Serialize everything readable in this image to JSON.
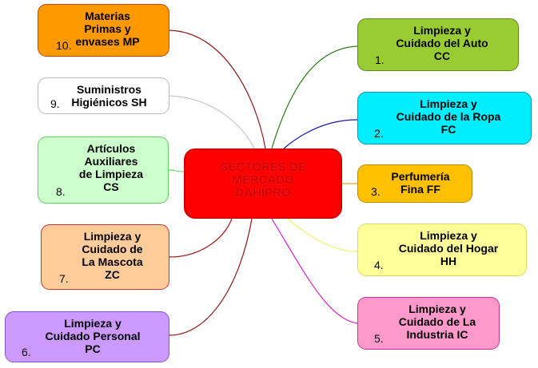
{
  "center": {
    "label": "SECTORES DE\nMERCADO\nDAHIPRO",
    "color": "#ff0000"
  },
  "nodes": [
    {
      "id": "n1",
      "number": "1.",
      "label": "Limpieza y\nCuidado del Auto\nCC",
      "fill": "#99cc33",
      "border": "#5c8a1a",
      "line": "#2e7d1b"
    },
    {
      "id": "n2",
      "number": "2.",
      "label": "Limpieza y\nCuidado de la Ropa\nFC",
      "fill": "#00eeff",
      "border": "#0099aa",
      "line": "#1a1aaa"
    },
    {
      "id": "n3",
      "number": "3.",
      "label": "Perfumería\nFina FF",
      "fill": "#ffc000",
      "border": "#c08a00",
      "line": "#f0a020"
    },
    {
      "id": "n4",
      "number": "4.",
      "label": "Limpieza y\nCuidado del Hogar\nHH",
      "fill": "#ffff99",
      "border": "#d9d966",
      "line": "#f2f06a"
    },
    {
      "id": "n5",
      "number": "5.",
      "label": "Limpieza y\nCuidado de La\nIndustria IC",
      "fill": "#ff99cc",
      "border": "#cc3399",
      "line": "#d020c0"
    },
    {
      "id": "n6",
      "number": "6.",
      "label": "Limpieza y\nCuidado Personal\nPC",
      "fill": "#cc99ff",
      "border": "#8855cc",
      "line": "#8a1a1a"
    },
    {
      "id": "n7",
      "number": "7.",
      "label": "Limpieza y\nCuidado de\nLa Mascota\nZC",
      "fill": "#ffcc99",
      "border": "#cc3333",
      "line": "#a01818"
    },
    {
      "id": "n8",
      "number": "8.",
      "label": "Artículos\nAuxiliares\nde Limpieza\nCS",
      "fill": "#ccffcc",
      "border": "#66cc66",
      "line": "#66dd66"
    },
    {
      "id": "n9",
      "number": "9.",
      "label": "Suministros\nHigiénicos SH",
      "fill": "#ffffff",
      "border": "#bbbbbb",
      "line": "#c8c8c8"
    },
    {
      "id": "n10",
      "number": "10.",
      "label": "Materias\nPrimas y\nenvases MP",
      "fill": "#ff9900",
      "border": "#cc4400",
      "line": "#8a1a1a"
    }
  ]
}
